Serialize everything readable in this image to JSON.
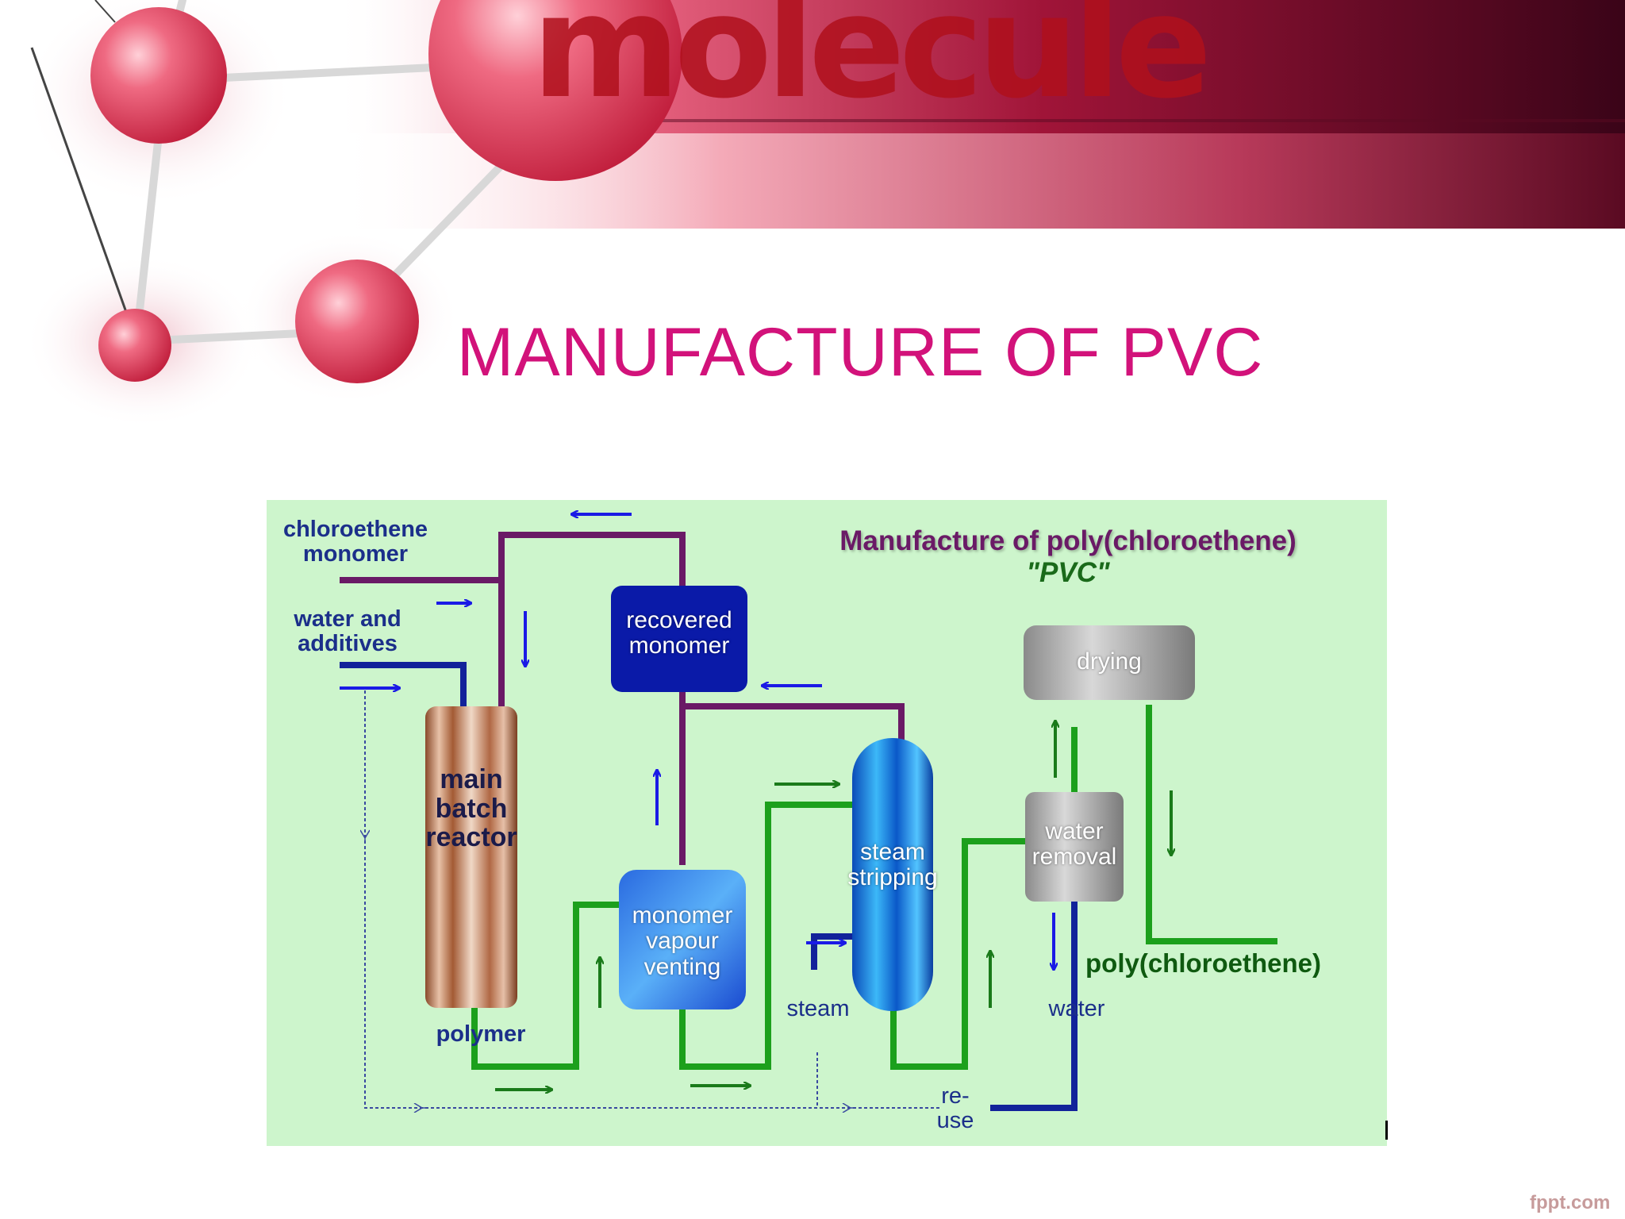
{
  "header": {
    "brand_word": "molecule"
  },
  "slide": {
    "title": "MANUFACTURE OF PVC"
  },
  "diagram": {
    "title": "Manufacture of poly(chloroethene)",
    "subtitle": "\"PVC\"",
    "inputs": {
      "chloroethene_line1": "chloroethene",
      "chloroethene_line2": "monomer",
      "water_line1": "water and",
      "water_line2": "additives"
    },
    "units": {
      "reactor_line1": "main",
      "reactor_line2": "batch",
      "reactor_line3": "reactor",
      "recovered_line1": "recovered",
      "recovered_line2": "monomer",
      "venting_line1": "monomer",
      "venting_line2": "vapour",
      "venting_line3": "venting",
      "stripping_line1": "steam",
      "stripping_line2": "stripping",
      "removal_line1": "water",
      "removal_line2": "removal",
      "drying": "drying"
    },
    "streams": {
      "polymer": "polymer",
      "steam": "steam",
      "water": "water",
      "reuse_line1": "re-",
      "reuse_line2": "use",
      "product": "poly(chloroethene)"
    },
    "colors": {
      "background": "#cdf5cc",
      "monomer_line": "#6a1a66",
      "polymer_line": "#1ca01c",
      "water_line": "#12229a",
      "arrow_blue": "#1a1ae6",
      "arrow_green": "#1a7a1a"
    }
  },
  "footer": {
    "watermark": "fppt.com"
  }
}
